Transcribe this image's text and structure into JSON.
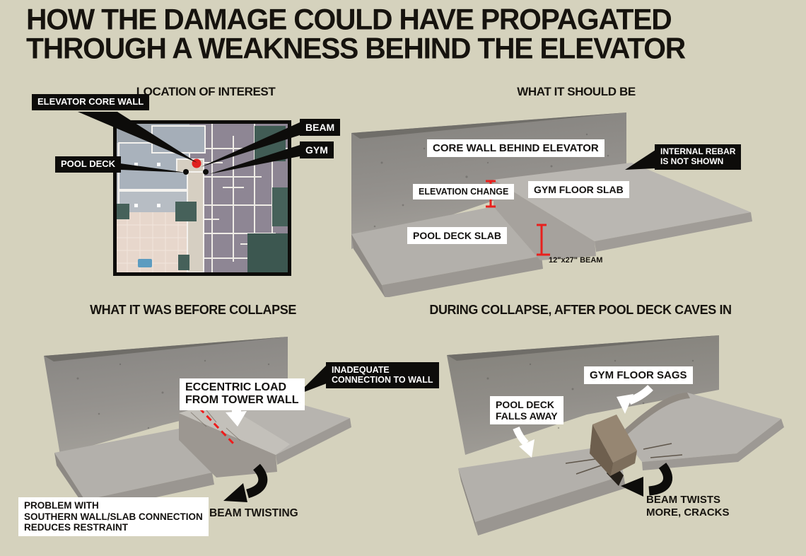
{
  "title": {
    "line1": "HOW THE DAMAGE COULD HAVE PROPAGATED",
    "line2": "THROUGH A WEAKNESS BEHIND THE ELEVATOR"
  },
  "colors": {
    "background": "#d5d2bd",
    "accent_red": "#e8201d",
    "label_black_bg": "#0d0c0a",
    "label_white_bg": "#ffffff",
    "concrete_wall": "#8f8d89",
    "concrete_slab": "#b4b1ac",
    "beam_brown": "#968672"
  },
  "panels": {
    "location_of_interest": {
      "title": "LOCATION OF INTEREST",
      "callouts": {
        "elevator_core_wall": "ELEVATOR CORE WALL",
        "beam": "BEAM",
        "gym": "GYM",
        "pool_deck": "POOL DECK"
      }
    },
    "what_it_should_be": {
      "title": "WHAT IT SHOULD BE",
      "callouts": {
        "core_wall": "CORE WALL BEHIND ELEVATOR",
        "internal_rebar": "INTERNAL REBAR\nIS NOT SHOWN",
        "elevation_change": "ELEVATION CHANGE",
        "gym_floor_slab": "GYM FLOOR SLAB",
        "pool_deck_slab": "POOL DECK SLAB",
        "beam_dimension": "12\"x27\" BEAM"
      }
    },
    "what_it_was_before_collapse": {
      "title": "WHAT IT WAS BEFORE COLLAPSE",
      "callouts": {
        "eccentric_load": "ECCENTRIC LOAD\nFROM TOWER WALL",
        "inadequate_connection": "INADEQUATE\nCONNECTION TO WALL",
        "problem_southern": "PROBLEM WITH\nSOUTHERN WALL/SLAB CONNECTION\nREDUCES RESTRAINT",
        "beam_twisting": "BEAM TWISTING"
      }
    },
    "during_collapse": {
      "title": "DURING COLLAPSE, AFTER POOL DECK CAVES IN",
      "callouts": {
        "gym_floor_sags": "GYM FLOOR SAGS",
        "pool_deck_falls_away": "POOL DECK\nFALLS AWAY",
        "beam_twists_more": "BEAM TWISTS\nMORE, CRACKS"
      }
    }
  }
}
